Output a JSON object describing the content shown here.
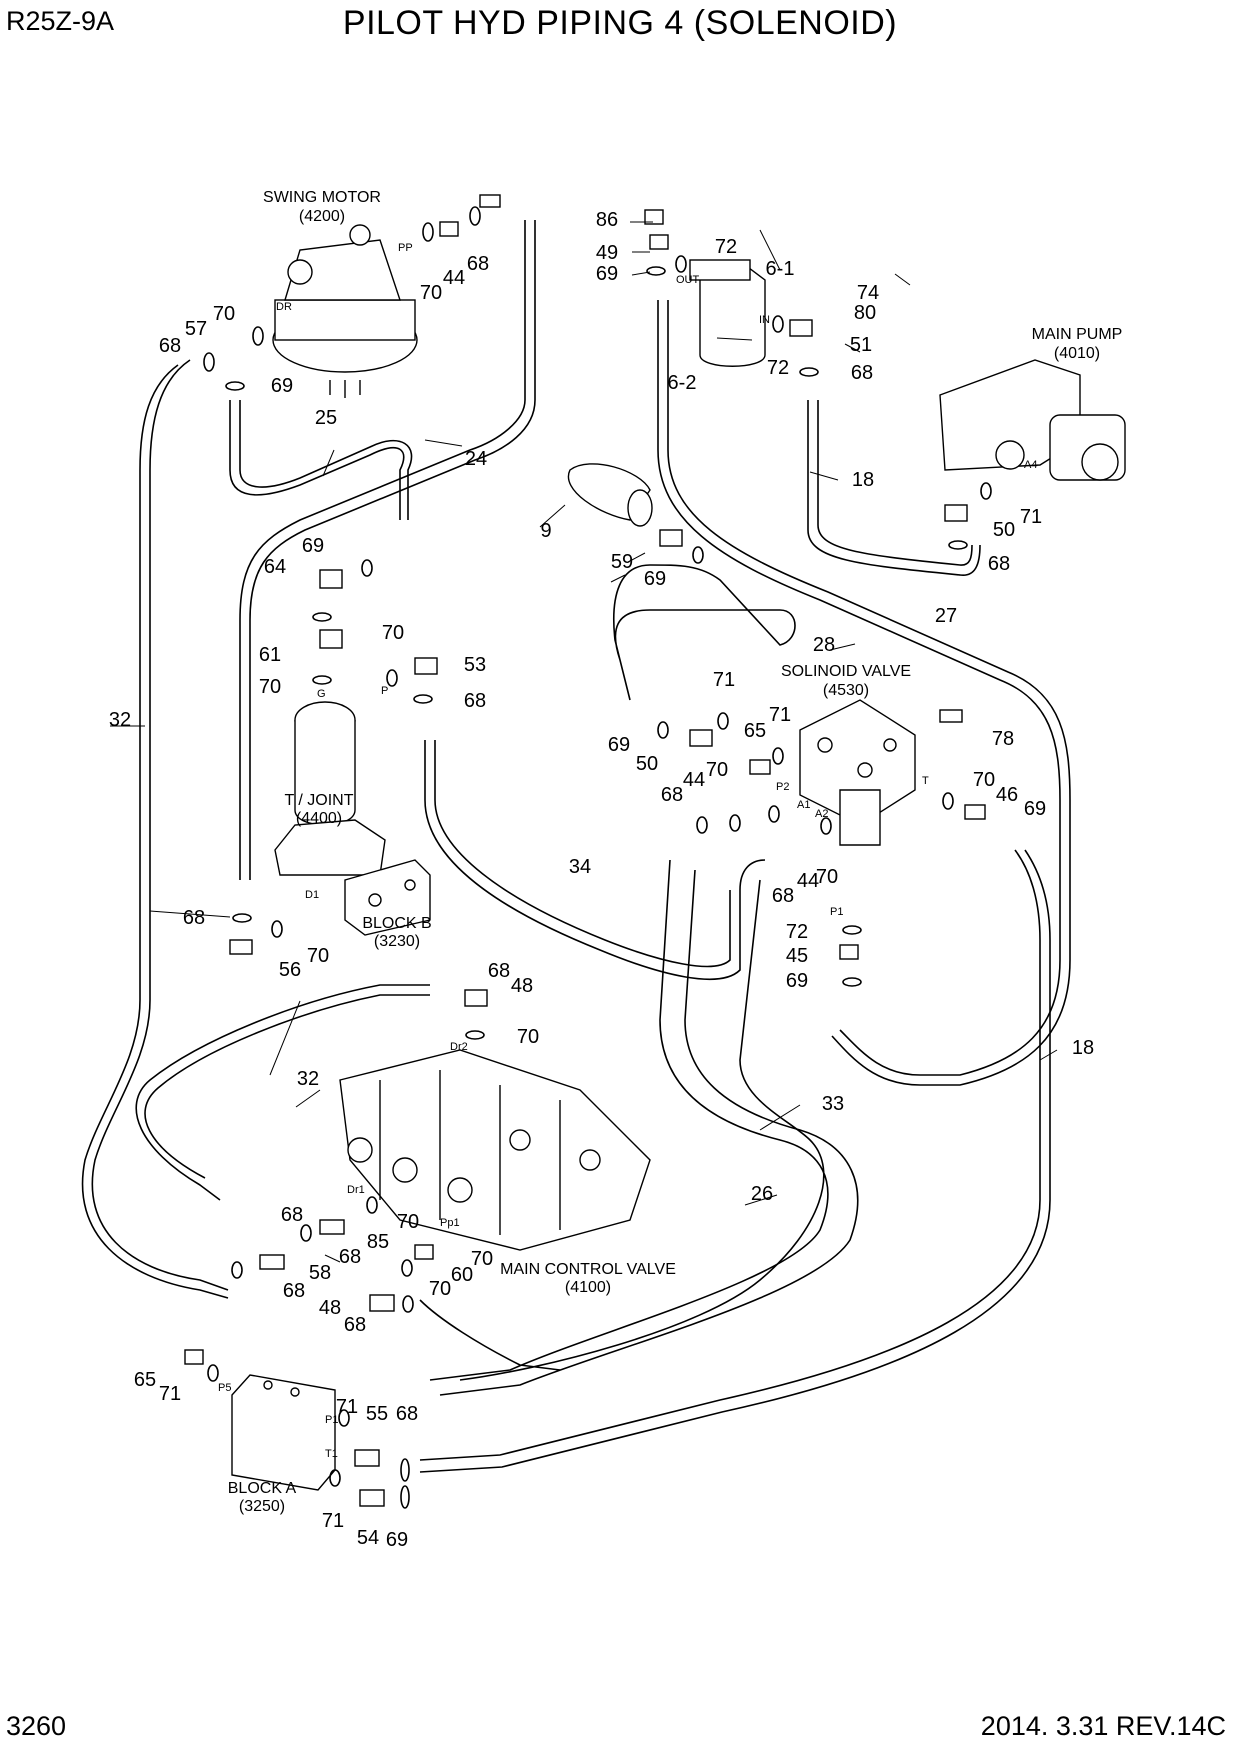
{
  "header": {
    "model": "R25Z-9A",
    "title": "PILOT HYD PIPING 4 (SOLENOID)"
  },
  "footer": {
    "page": "3260",
    "revision": "2014. 3.31  REV.14C"
  },
  "components": {
    "swing_motor": {
      "name": "SWING MOTOR",
      "code": "(4200)"
    },
    "main_pump": {
      "name": "MAIN PUMP",
      "code": "(4010)"
    },
    "solenoid_valve": {
      "name": "SOLINOID VALVE",
      "code": "(4530)"
    },
    "turning_joint": {
      "name": "T / JOINT",
      "code": "(4400)"
    },
    "block_b": {
      "name": "BLOCK B",
      "code": "(3230)"
    },
    "main_control_valve": {
      "name": "MAIN CONTROL VALVE",
      "code": "(4100)"
    },
    "block_a": {
      "name": "BLOCK A",
      "code": "(3250)"
    }
  },
  "ports": [
    "PP",
    "DR",
    "OUT",
    "IN",
    "A4",
    "G",
    "P",
    "P2",
    "A1",
    "A2",
    "T",
    "P1",
    "D1",
    "Dr2",
    "Dr1",
    "Pp1",
    "P5",
    "P1",
    "T1"
  ],
  "part_numbers": [
    "86",
    "72",
    "49",
    "69",
    "6-1",
    "74",
    "80",
    "51",
    "68",
    "72",
    "6-2",
    "18",
    "70",
    "44",
    "68",
    "70",
    "57",
    "68",
    "69",
    "25",
    "24",
    "9",
    "50",
    "71",
    "68",
    "59",
    "69",
    "64",
    "69",
    "27",
    "28",
    "61",
    "70",
    "53",
    "68",
    "70",
    "32",
    "71",
    "71",
    "65",
    "78",
    "69",
    "50",
    "44",
    "70",
    "68",
    "70",
    "46",
    "69",
    "34",
    "44",
    "68",
    "70",
    "72",
    "45",
    "69",
    "68",
    "70",
    "56",
    "68",
    "48",
    "70",
    "32",
    "18",
    "33",
    "26",
    "68",
    "70",
    "85",
    "68",
    "58",
    "68",
    "70",
    "60",
    "70",
    "48",
    "68",
    "65",
    "71",
    "71",
    "55",
    "68",
    "71",
    "54",
    "69"
  ]
}
